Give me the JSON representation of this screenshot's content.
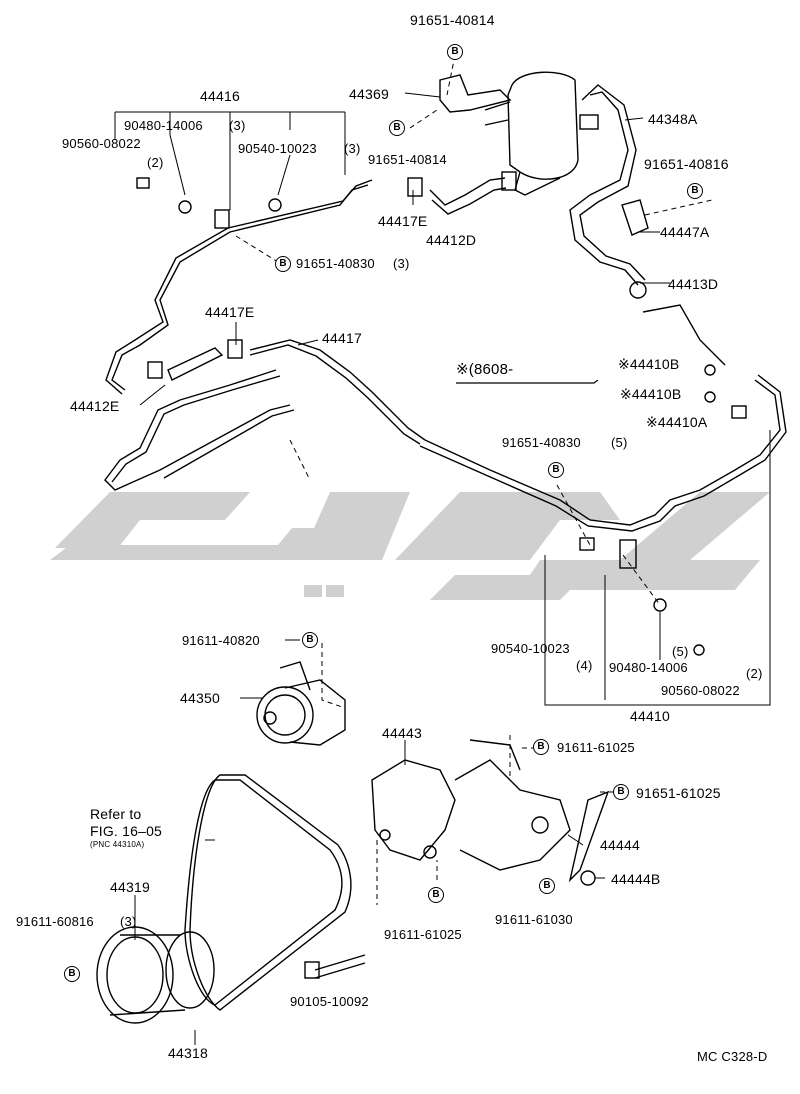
{
  "bolt_marker": "B",
  "watermark_color": "#c8c8c8",
  "line_color": "#000000",
  "labels": {
    "p91651_40814_top": "91651-40814",
    "p44369": "44369",
    "p44348A": "44348A",
    "p91651_40814_mid": "91651-40814",
    "p91651_40816": "91651-40816",
    "p44447A": "44447A",
    "p44413D": "44413D",
    "p44416": "44416",
    "p90480_14006_top": "90480-14006",
    "p90480_14006_top_qty": "(3)",
    "p90560_08022_top": "90560-08022",
    "p90560_08022_top_qty": "(2)",
    "p90540_10023_top": "90540-10023",
    "p90540_10023_top_qty": "(3)",
    "p44417E_top": "44417E",
    "p44412D": "44412D",
    "p91651_40830_top": "91651-40830",
    "p91651_40830_top_qty": "(3)",
    "p44417E_mid": "44417E",
    "p44417": "44417",
    "p44412E": "44412E",
    "date_note": "※(8608-",
    "p44410B_1": "※44410B",
    "p44410B_2": "※44410B",
    "p44410A": "※44410A",
    "p91651_40830_right": "91651-40830",
    "p91651_40830_right_qty": "(5)",
    "p90540_10023_bottom": "90540-10023",
    "p90540_10023_bottom_qty": "(4)",
    "p90480_14006_bottom": "90480-14006",
    "p90480_14006_bottom_qty": "(5)",
    "p90560_08022_bottom": "90560-08022",
    "p90560_08022_bottom_qty": "(2)",
    "p44410": "44410",
    "p91611_40820": "91611-40820",
    "p44350": "44350",
    "p44443": "44443",
    "p91611_61025_top": "91611-61025",
    "p91651_61025": "91651-61025",
    "p44444": "44444",
    "p44444B": "44444B",
    "p91611_61030": "91611-61030",
    "p91611_61025_bottom": "91611-61025",
    "p90105_10092": "90105-10092",
    "refer_line1": "Refer to",
    "refer_line2": "FIG. 16–05",
    "refer_line3": "(PNC 44310A)",
    "p44319": "44319",
    "p91611_60816": "91611-60816",
    "p91611_60816_qty": "(3)",
    "p44318": "44318",
    "figure_code": "MC C328-D"
  }
}
